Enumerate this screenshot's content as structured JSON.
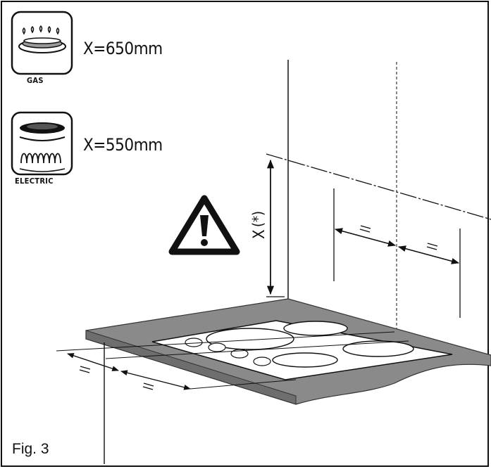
{
  "legend": {
    "gas": {
      "icon": "gas-burner-icon",
      "caption": "GAS",
      "distance": "X=650mm"
    },
    "electric": {
      "icon": "electric-hotplate-icon",
      "caption": "ELECTRIC",
      "distance": "X=550mm"
    }
  },
  "warning": {
    "icon": "warning-triangle-icon"
  },
  "dimension": {
    "x_label": "X",
    "note": "(*)",
    "equal_mark": "="
  },
  "figure": {
    "caption": "Fig. 3"
  },
  "colors": {
    "worktop": "#8a8a8a",
    "hob": "#ffffff",
    "line": "#111111"
  }
}
